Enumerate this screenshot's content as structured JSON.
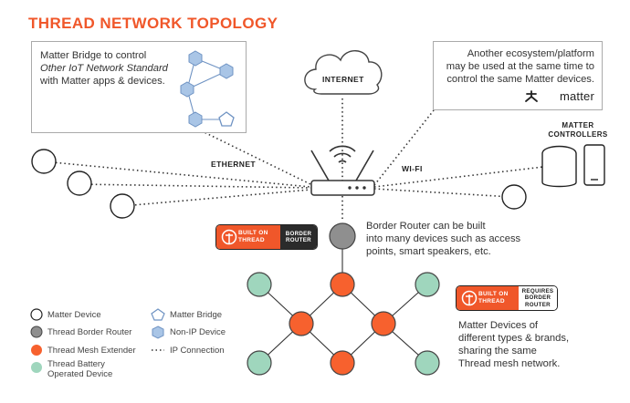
{
  "title": "THREAD NETWORK TOPOLOGY",
  "bridge_box": {
    "line1": "Matter Bridge to control",
    "line2": "Other IoT Network Standard",
    "line3": "with Matter apps & devices."
  },
  "internet_label": "INTERNET",
  "ecosystem_box": {
    "line1": "Another ecosystem/platform",
    "line2": "may be used at the same time to",
    "line3": "control the same Matter devices.",
    "logo_text": "matter"
  },
  "controllers_label": [
    "MATTER",
    "CONTROLLERS"
  ],
  "ethernet_label": "ETHERNET",
  "wifi_label": "WI-FI",
  "badge_border_router": {
    "main": [
      "BUILT ON",
      "THREAD"
    ],
    "side": [
      "BORDER",
      "ROUTER"
    ]
  },
  "badge_requires": {
    "main": [
      "BUILT ON",
      "THREAD"
    ],
    "side": [
      "REQUIRES",
      "BORDER",
      "ROUTER"
    ]
  },
  "border_router_text": {
    "line1": "Border Router can be built",
    "line2": "into many devices such as access",
    "line3": "points, smart speakers, etc."
  },
  "mesh_text": {
    "line1": "Matter Devices of",
    "line2": "different types & brands,",
    "line3": "sharing the same",
    "line4": "Thread mesh network."
  },
  "legend": {
    "matter_device": "Matter Device",
    "border_router": "Thread Border Router",
    "mesh_extender": "Thread Mesh Extender",
    "battery_line1": "Thread Battery",
    "battery_line2": "Operated Device",
    "matter_bridge": "Matter Bridge",
    "non_ip": "Non-IP Device",
    "ip_connection": "IP Connection"
  },
  "colors": {
    "accent": "#f0572a",
    "mesh_extender": "#f7612e",
    "battery_device": "#9fd6bd",
    "border_router_node": "#8f8f8f",
    "non_ip": "#a9c5e6"
  }
}
